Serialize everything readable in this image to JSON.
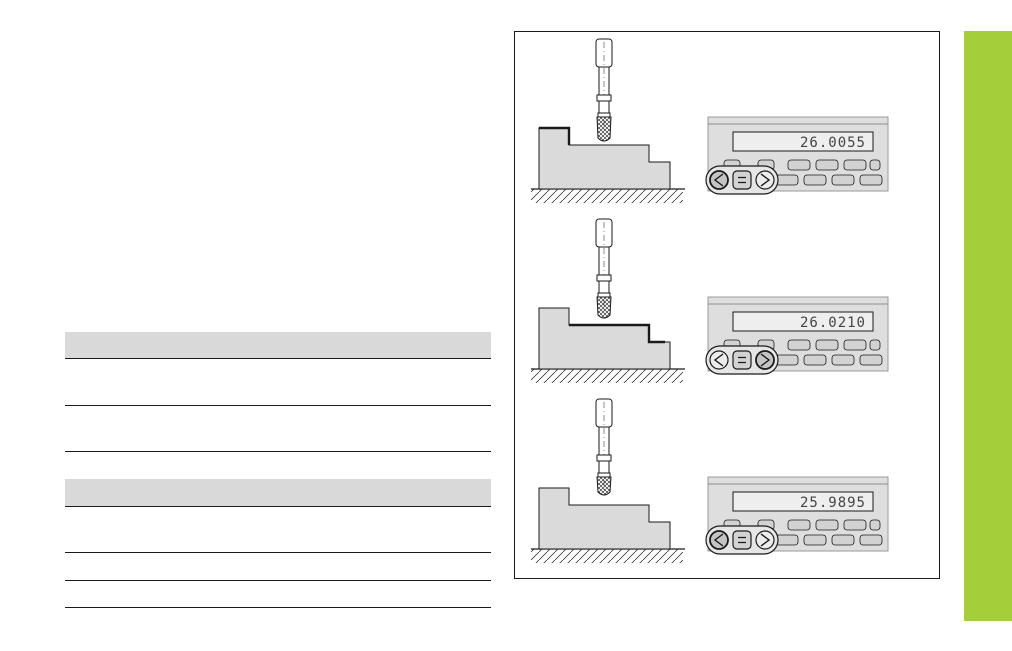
{
  "panels": [
    {
      "reading": "26.0055",
      "active_key": "left"
    },
    {
      "reading": "26.0210",
      "active_key": "right"
    },
    {
      "reading": "25.9895",
      "active_key": "left"
    }
  ],
  "keys": {
    "left_icon": "less-than-icon",
    "equals_icon": "equals-icon",
    "right_icon": "greater-than-icon"
  },
  "colors": {
    "tab": "#a5cf3a",
    "table_band": "#d9d9d9",
    "line": "#1a1a1a",
    "part_fill": "#dadada",
    "display": "#eeeeee",
    "key_fill": "#d2d2d2"
  }
}
